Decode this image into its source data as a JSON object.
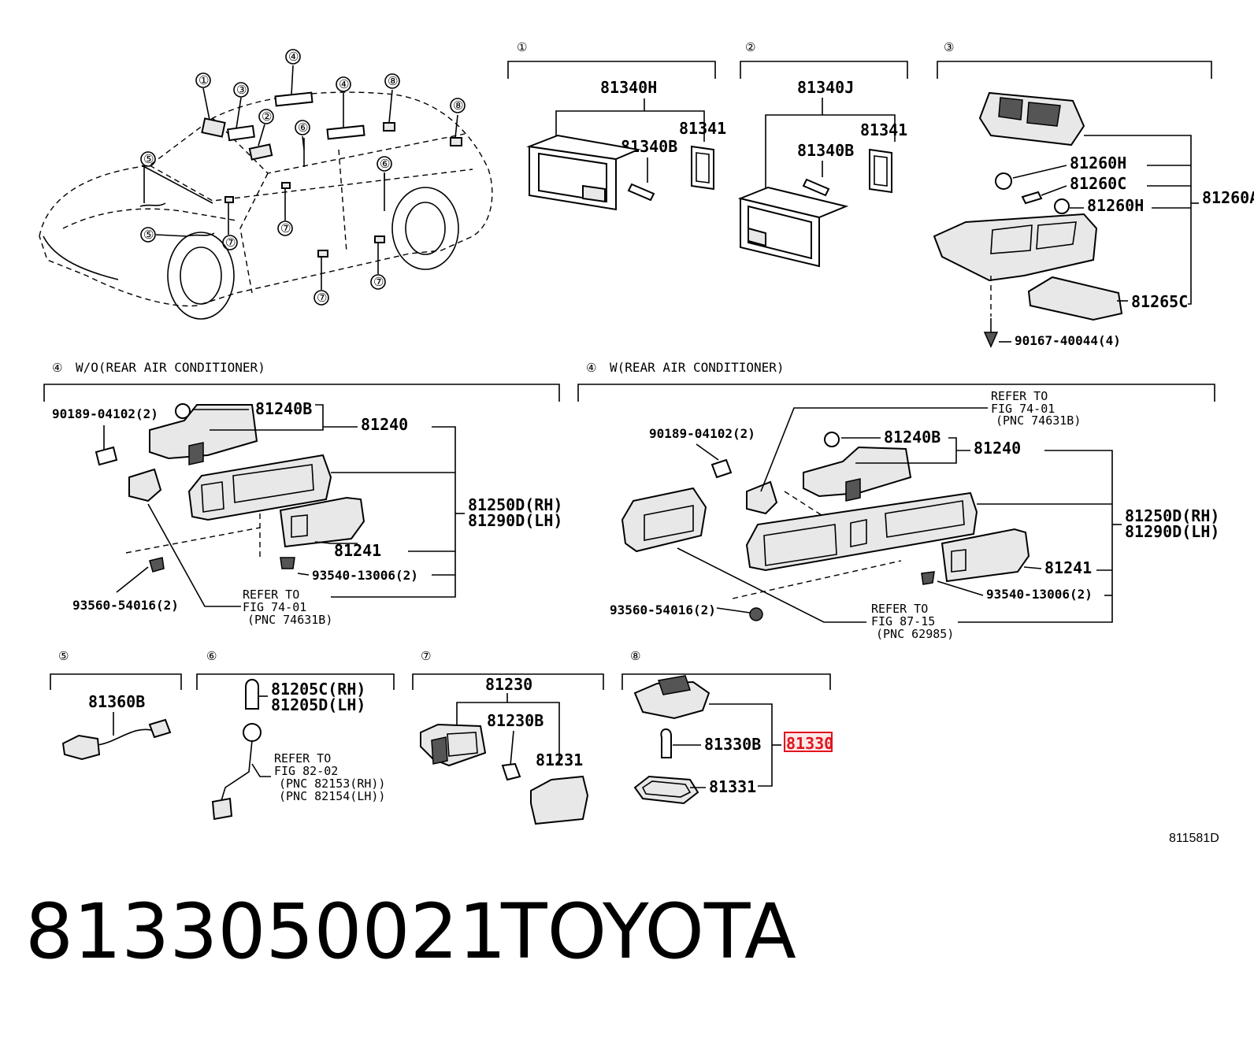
{
  "diagram": {
    "reference_code": "811581D",
    "part_number": "8133050021",
    "brand": "TOYOTA",
    "highlight_color": "#e0141e",
    "callouts": {
      "c1": "①",
      "c2": "②",
      "c3": "③",
      "c4": "④",
      "c5": "⑤",
      "c6": "⑥",
      "c7": "⑦",
      "c8": "⑧"
    },
    "sections": {
      "s1": {
        "marker": "①",
        "parts": [
          "81340H",
          "81341",
          "81340B"
        ]
      },
      "s2": {
        "marker": "②",
        "parts": [
          "81340J",
          "81341",
          "81340B"
        ]
      },
      "s3": {
        "marker": "③",
        "parts": [
          "81260H",
          "81260C",
          "81260H",
          "81260A",
          "81265C",
          "90167-40044(4)"
        ]
      },
      "s4a": {
        "marker": "④",
        "title": "W/O(REAR AIR CONDITIONER)",
        "parts": [
          "90189-04102(2)",
          "81240B",
          "81240",
          "81250D(RH)",
          "81290D(LH)",
          "81241",
          "93540-13006(2)",
          "93560-54016(2)"
        ],
        "refer": [
          "REFER TO",
          "FIG 74-01",
          "(PNC 74631B)"
        ]
      },
      "s4b": {
        "marker": "④",
        "title": "W(REAR AIR CONDITIONER)",
        "parts": [
          "90189-04102(2)",
          "81240B",
          "81240",
          "81250D(RH)",
          "81290D(LH)",
          "81241",
          "93540-13006(2)",
          "93560-54016(2)"
        ],
        "refer1": [
          "REFER TO",
          "FIG 74-01",
          "(PNC 74631B)"
        ],
        "refer2": [
          "REFER TO",
          "FIG 87-15",
          "(PNC 62985)"
        ]
      },
      "s5": {
        "marker": "⑤",
        "parts": [
          "81360B"
        ]
      },
      "s6": {
        "marker": "⑥",
        "parts": [
          "81205C(RH)",
          "81205D(LH)"
        ],
        "refer": [
          "REFER TO",
          "FIG 82-02",
          "(PNC 82153(RH))",
          "(PNC 82154(LH))"
        ]
      },
      "s7": {
        "marker": "⑦",
        "parts": [
          "81230",
          "81230B",
          "81231"
        ]
      },
      "s8": {
        "marker": "⑧",
        "parts": [
          "81330B",
          "81330",
          "81331"
        ],
        "highlighted": "81330"
      }
    }
  }
}
